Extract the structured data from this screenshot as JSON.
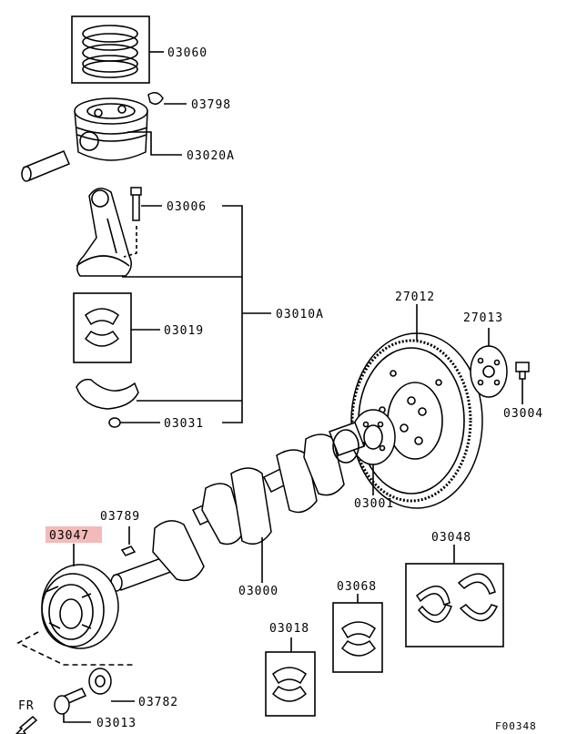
{
  "diagram": {
    "labels": {
      "p03060": "03060",
      "p03798": "03798",
      "p03020A": "03020A",
      "p03006": "03006",
      "p03019": "03019",
      "p03010A": "03010A",
      "p03031": "03031",
      "p27012": "27012",
      "p27013": "27013",
      "p03004": "03004",
      "p03001": "03001",
      "p03789": "03789",
      "p03047": "03047",
      "p03000": "03000",
      "p03048": "03048",
      "p03068": "03068",
      "p03018": "03018",
      "p03782": "03782",
      "p03013": "03013"
    },
    "highlighted_part": "03047",
    "highlight_color": "#f4b9b9",
    "direction_label": "FR",
    "figure_code": "F00348"
  }
}
